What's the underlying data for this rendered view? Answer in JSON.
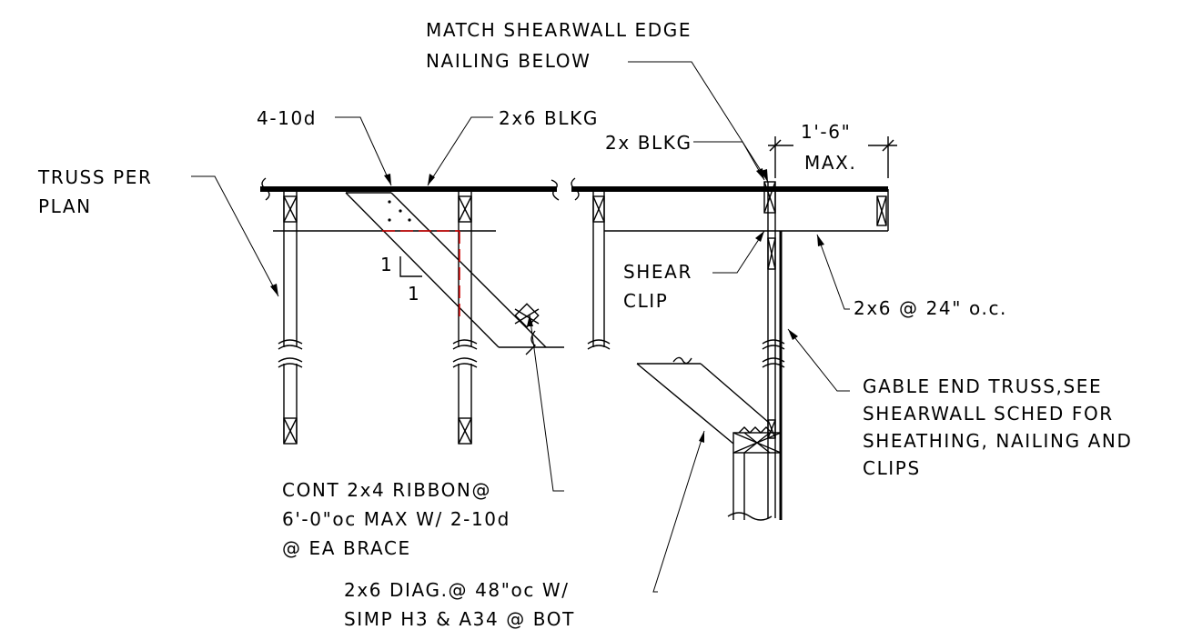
{
  "labels": {
    "match_line1": "MATCH SHEARWALL EDGE",
    "match_line2": "NAILING BELOW",
    "nails_4_10d": "4-10d",
    "blkg_2x6": "2x6 BLKG",
    "blkg_2x": "2x BLKG",
    "dim_value": "1'-6\"",
    "dim_max": "MAX.",
    "truss_line1": "TRUSS PER",
    "truss_line2": "PLAN",
    "slope_rise": "1",
    "slope_run": "1",
    "shear_line1": "SHEAR",
    "shear_line2": "CLIP",
    "spacing_2x6": "2x6 @ 24\" o.c.",
    "gable_line1": "GABLE END TRUSS,SEE",
    "gable_line2": "SHEARWALL SCHED FOR",
    "gable_line3": "SHEATHING, NAILING AND",
    "gable_line4": "CLIPS",
    "ribbon_line1": "CONT 2x4 RIBBON@",
    "ribbon_line2": "6'-0\"oc MAX W/ 2-10d",
    "ribbon_line3": "@ EA BRACE",
    "diag_line1": "2x6 DIAG.@ 48\"oc W/",
    "diag_line2": "SIMP H3 & A34 @ BOT"
  }
}
